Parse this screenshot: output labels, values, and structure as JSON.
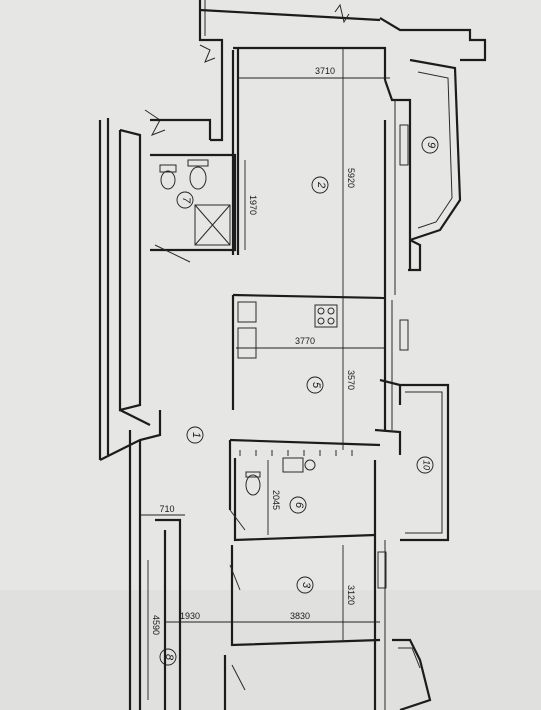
{
  "rooms": [
    {
      "id": "r1",
      "number": "1"
    },
    {
      "id": "r2",
      "number": "2"
    },
    {
      "id": "r3",
      "number": "3"
    },
    {
      "id": "r5",
      "number": "5"
    },
    {
      "id": "r6",
      "number": "6"
    },
    {
      "id": "r7",
      "number": "7"
    },
    {
      "id": "r8",
      "number": "8"
    },
    {
      "id": "r9",
      "number": "9"
    },
    {
      "id": "r10",
      "number": "10"
    }
  ],
  "dimensions": {
    "d3710": "3710",
    "d5920": "5920",
    "d1970": "1970",
    "d3770": "3770",
    "d3570": "3570",
    "d2045": "2045",
    "d710": "710",
    "d4590": "4590",
    "d1930": "1930",
    "d3830": "3830",
    "d3120": "3120"
  }
}
